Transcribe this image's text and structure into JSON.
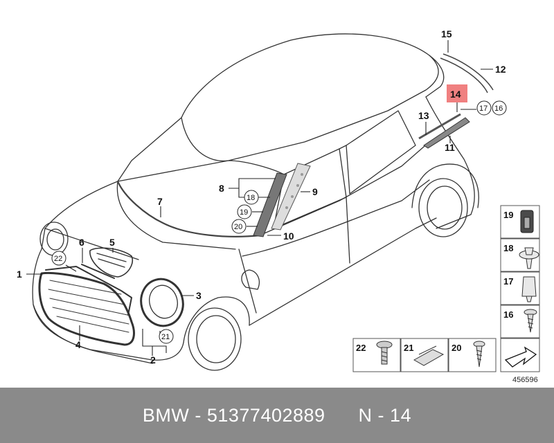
{
  "parts": {
    "p1": "1",
    "p2": "2",
    "p3": "3",
    "p4": "4",
    "p5": "5",
    "p6": "6",
    "p7": "7",
    "p8": "8",
    "p9": "9",
    "p10": "10",
    "p11": "11",
    "p12": "12",
    "p13": "13",
    "p14": "14",
    "p15": "15",
    "c16": "16",
    "c17": "17",
    "c18": "18",
    "c19": "19",
    "c20": "20",
    "c21": "21",
    "c22": "22"
  },
  "kit": {
    "k19": "19",
    "k18": "18",
    "k17": "17",
    "k16": "16",
    "k22": "22",
    "k21": "21",
    "k20": "20"
  },
  "reference_number": "456596",
  "footer": {
    "caption": "BMW - 51377402889      N - 14"
  },
  "colors": {
    "highlight": "#f08080",
    "footer_bg": "#8a8a8a",
    "line": "#222222"
  }
}
